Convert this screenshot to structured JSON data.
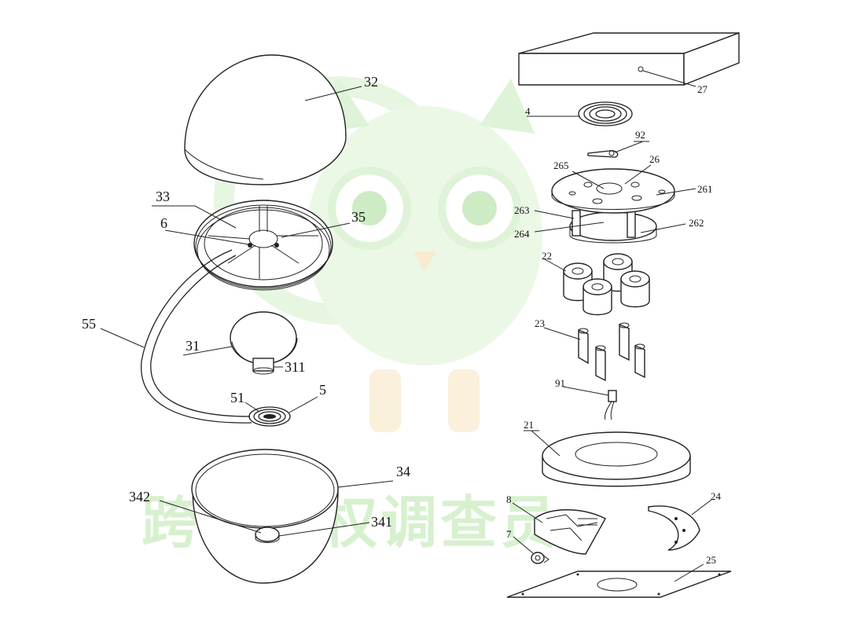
{
  "watermark": {
    "text": "跨境侵权调查员",
    "color": "#9bd98a"
  },
  "labels": {
    "l32": "32",
    "l33": "33",
    "l6": "6",
    "l35": "35",
    "l55": "55",
    "l31": "31",
    "l311": "311",
    "l51": "51",
    "l5": "5",
    "l34": "34",
    "l342": "342",
    "l341": "341",
    "l27": "27",
    "l4": "4",
    "l92": "92",
    "l26": "26",
    "l265": "265",
    "l261": "261",
    "l263": "263",
    "l264": "264",
    "l262": "262",
    "l22": "22",
    "l23": "23",
    "l91": "91",
    "l21": "21",
    "l8": "8",
    "l24": "24",
    "l7": "7",
    "l25": "25"
  }
}
